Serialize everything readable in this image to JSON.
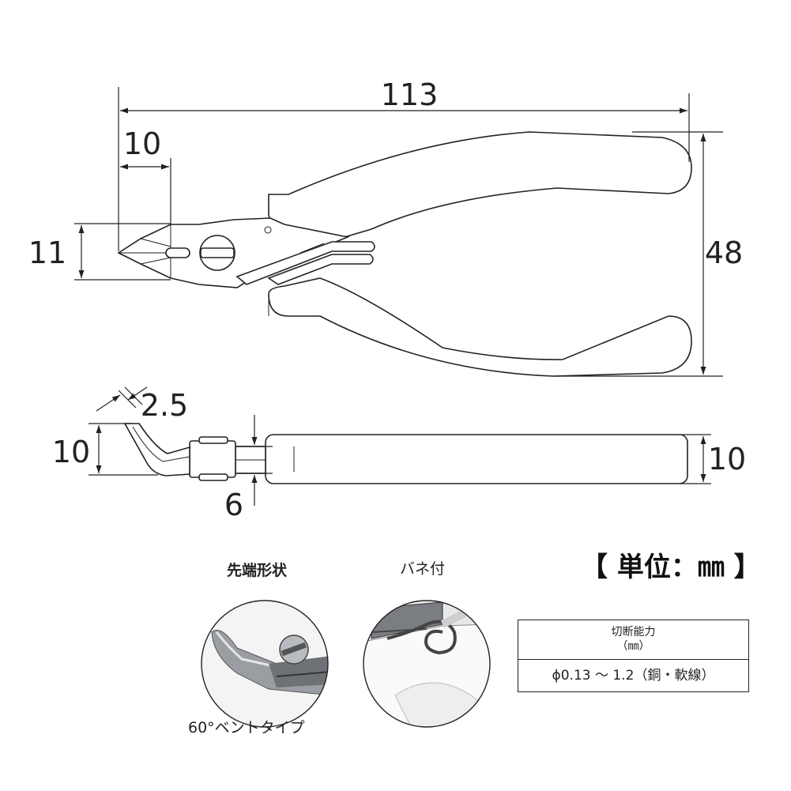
{
  "dimensions": {
    "total_length": "113",
    "tip_length": "10",
    "tip_height": "11",
    "handle_span": "48",
    "tip_thickness": "2.5",
    "bent_height": "10",
    "joint_thickness": "6",
    "handle_thickness": "10"
  },
  "photos": {
    "tip_shape_title": "先端形状",
    "tip_shape_caption": "60°ベントタイプ",
    "spring_title": "バネ付"
  },
  "unit_label": "【 単位：㎜ 】",
  "spec_table": {
    "header": "切断能力",
    "header_unit": "（㎜）",
    "value": "ϕ0.13 ～ 1.2（銅・軟線）"
  }
}
